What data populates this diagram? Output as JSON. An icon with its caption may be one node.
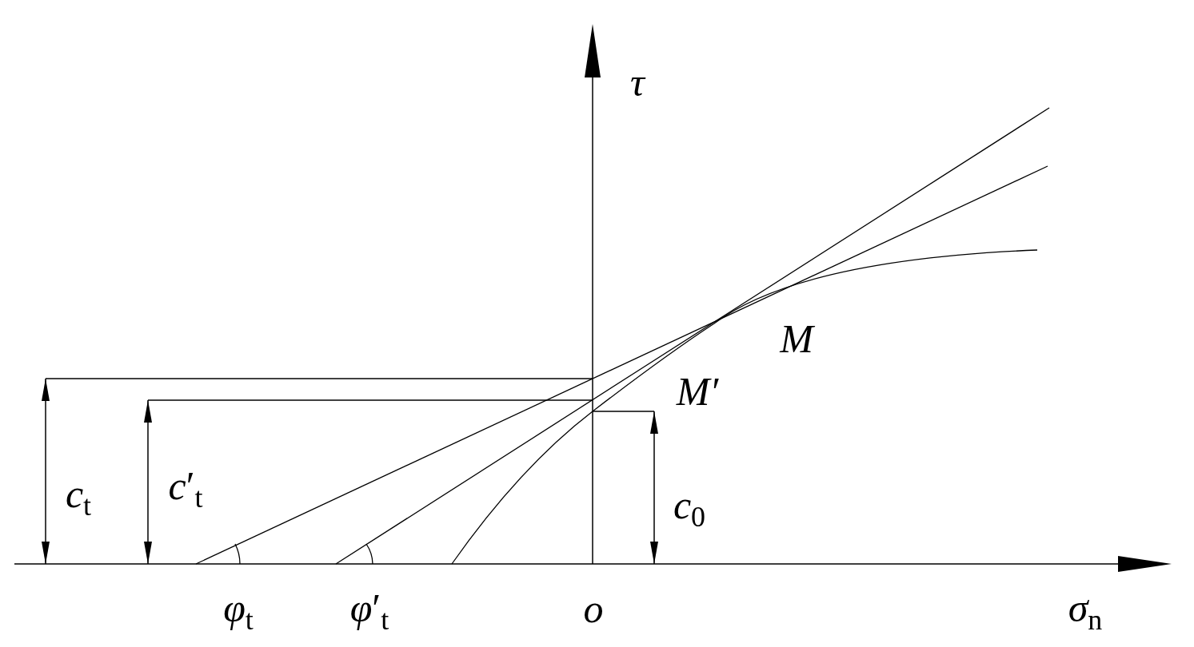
{
  "diagram": {
    "labels": [
      "τ",
      "M",
      "M′",
      "*c*$_{t}$",
      "*c*′$_{t}$",
      "*c*$_{0}$",
      "*φ*$_{t}$",
      "*φ*′$_{t}$",
      "o",
      "*σ*$_{n}$"
    ]
  }
}
